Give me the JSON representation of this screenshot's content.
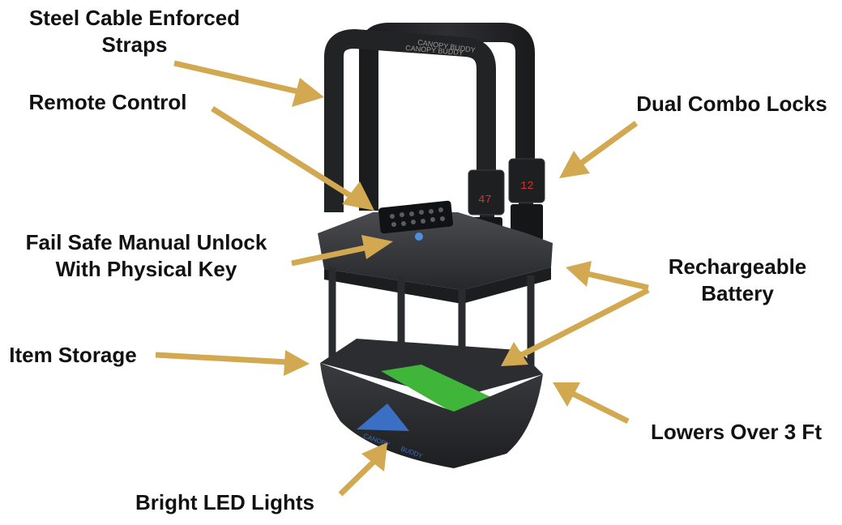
{
  "colors": {
    "arrow": "#d2a850",
    "text": "#111111",
    "strap": "#222325",
    "body": "#2a2b2e",
    "floor": "#3fb53a",
    "logo": "#3b6fc4",
    "display": "#d8322a"
  },
  "callouts": {
    "straps": {
      "line1": "Steel Cable Enforced",
      "line2": "Straps"
    },
    "remote": {
      "line1": "Remote Control"
    },
    "locks": {
      "line1": "Dual Combo Locks"
    },
    "unlock": {
      "line1": "Fail Safe Manual Unlock",
      "line2": "With Physical Key"
    },
    "battery": {
      "line1": "Rechargeable",
      "line2": "Battery"
    },
    "storage": {
      "line1": "Item Storage"
    },
    "lowers": {
      "line1": "Lowers Over 3 Ft"
    },
    "led": {
      "line1": "Bright LED Lights"
    }
  },
  "product": {
    "strap_print": "CANOPY BUDDY",
    "lock_left_digits": "47",
    "lock_right_digits": "12",
    "logo_text_1": "CANOPY",
    "logo_text_2": "BUDDY"
  }
}
